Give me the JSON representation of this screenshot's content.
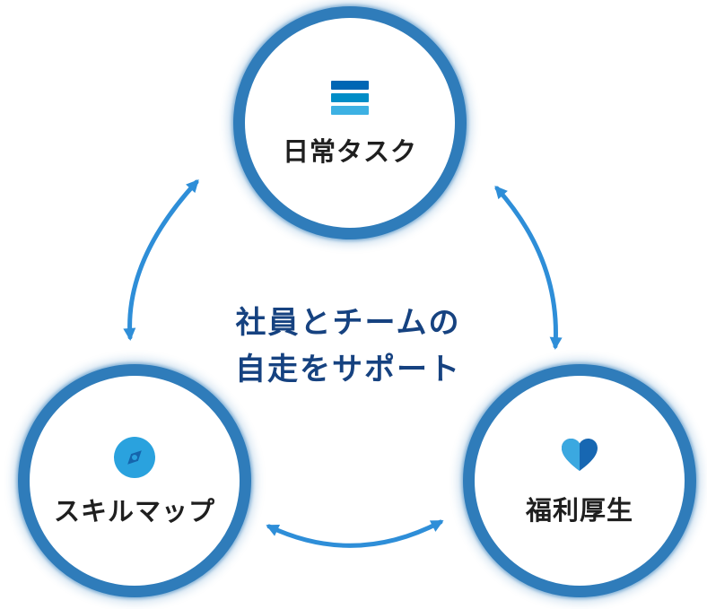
{
  "diagram": {
    "caption": {
      "line1": "社員とチームの",
      "line2": "自走をサポート"
    },
    "nodes": [
      {
        "id": "daily-tasks",
        "label": "日常タスク",
        "icon": "task-list-icon"
      },
      {
        "id": "skill-map",
        "label": "スキルマップ",
        "icon": "compass-icon"
      },
      {
        "id": "welfare-benefits",
        "label": "福利厚生",
        "icon": "heart-icon"
      }
    ],
    "colors": {
      "ring": "#2f7cba",
      "arrow": "#2e8ed8",
      "caption_text": "#164280",
      "node_label": "#1f1f1f",
      "bar_top": "#0066b4",
      "bar_middle": "#008dc7",
      "bar_bottom": "#3db1e3",
      "compass_bg": "#2aa2de",
      "compass_needle": "#1565ad",
      "heart_left": "#3ba8e0",
      "heart_right": "#1767b2"
    }
  }
}
